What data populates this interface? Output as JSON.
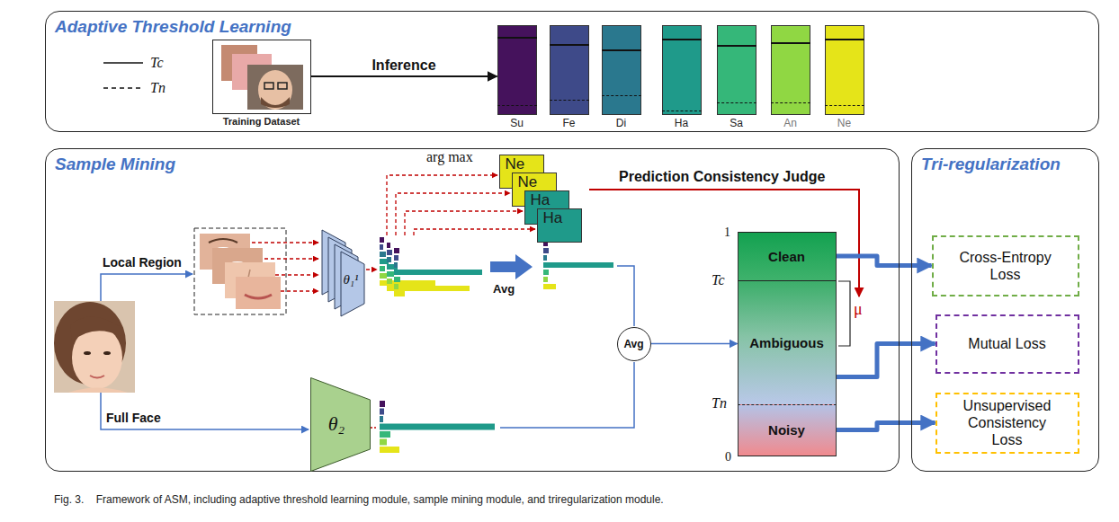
{
  "diagram": {
    "caption": "Fig. 3.    Framework of ASM, including adaptive threshold learning module, sample mining module, and triregularization module.",
    "nodes": [
      {
        "text": [
          "Adaptive Threshold Learning"
        ]
      },
      {
        "text": [
          "Training Dataset"
        ],
        "in": 0
      },
      {
        "text": [
          "Su"
        ],
        "in": 0
      },
      {
        "text": [
          "Fe"
        ],
        "in": 0
      },
      {
        "text": [
          "Di"
        ],
        "in": 0
      },
      {
        "text": [
          "Ha"
        ],
        "in": 0
      },
      {
        "text": [
          "Sa"
        ],
        "in": 0
      },
      {
        "text": [
          "An"
        ],
        "in": 0
      },
      {
        "text": [
          "Ne"
        ],
        "in": 0
      },
      {
        "text": [
          "Sample Mining"
        ]
      },
      {
        "text": [
          "θ₁¹"
        ],
        "in": 9
      },
      {
        "text": [
          "Ne"
        ],
        "in": 9
      },
      {
        "text": [
          "Ne"
        ],
        "in": 9
      },
      {
        "text": [
          "Ha"
        ],
        "in": 9
      },
      {
        "text": [
          "Ha"
        ],
        "in": 9
      },
      {
        "text": [
          "θ₂"
        ],
        "in": 9
      },
      {
        "text": [
          "Avg"
        ],
        "in": 9
      },
      {
        "text": [
          "Clean"
        ],
        "in": 9
      },
      {
        "text": [
          "Ambiguous"
        ],
        "in": 9
      },
      {
        "text": [
          "Noisy"
        ],
        "in": 9
      },
      {
        "text": [
          "Tri-regularization"
        ]
      },
      {
        "text": [
          "Cross-Entropy Loss"
        ],
        "in": 20
      },
      {
        "text": [
          "Mutual Loss"
        ],
        "in": 20
      },
      {
        "text": [
          "Unsupervised Consistency Loss"
        ],
        "in": 20
      }
    ],
    "edges": [
      {
        "from": 1,
        "to": 2,
        "label": "Inference",
        "arrow": "to"
      },
      {
        "from": 16,
        "to": 18,
        "arrow": "to"
      },
      {
        "from": 17,
        "to": 21,
        "arrow": "to"
      },
      {
        "from": 18,
        "to": 22,
        "arrow": "to"
      },
      {
        "from": 19,
        "to": 23,
        "arrow": "to"
      }
    ],
    "labels": [
      "Local Region",
      "Full Face",
      "arg max",
      "Avg",
      "Prediction Consistency Judge",
      "1",
      "Tc",
      "Tn",
      "0",
      "μ"
    ],
    "legend": [
      {
        "text": "Tc"
      },
      {
        "text": "Tn"
      }
    ]
  }
}
